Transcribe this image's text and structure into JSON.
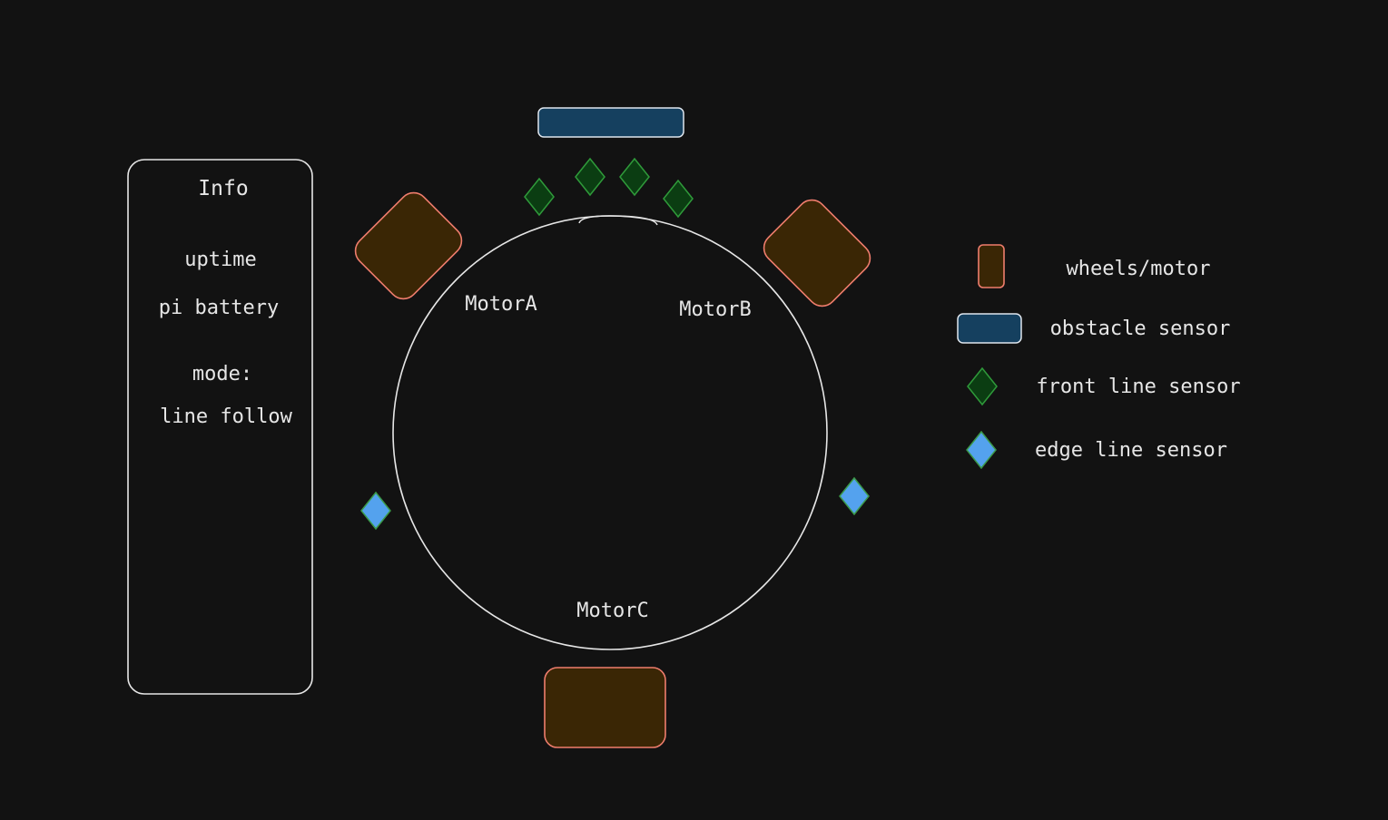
{
  "info_panel": {
    "title": "Info",
    "lines": [
      "uptime",
      "pi battery",
      "mode:",
      "line follow"
    ]
  },
  "robot": {
    "motors": [
      "MotorA",
      "MotorB",
      "MotorC"
    ]
  },
  "legend": {
    "items": [
      {
        "label": "wheels/motor",
        "icon": "wheel-motor-icon"
      },
      {
        "label": "obstacle sensor",
        "icon": "obstacle-sensor-icon"
      },
      {
        "label": "front line sensor",
        "icon": "front-line-sensor-icon"
      },
      {
        "label": "edge line sensor",
        "icon": "edge-line-sensor-icon"
      }
    ]
  },
  "colors": {
    "background": "#121212",
    "stroke": "#e6e6e6",
    "wheel_fill": "#3a2605",
    "wheel_stroke": "#ef7d6d",
    "obstacle_fill": "#15405f",
    "obstacle_stroke": "#dfe6ee",
    "front_sensor_fill": "#0b3d12",
    "front_sensor_stroke": "#2f9a3a",
    "edge_sensor_fill": "#54a2ee",
    "edge_sensor_stroke": "#3b9a4a"
  }
}
